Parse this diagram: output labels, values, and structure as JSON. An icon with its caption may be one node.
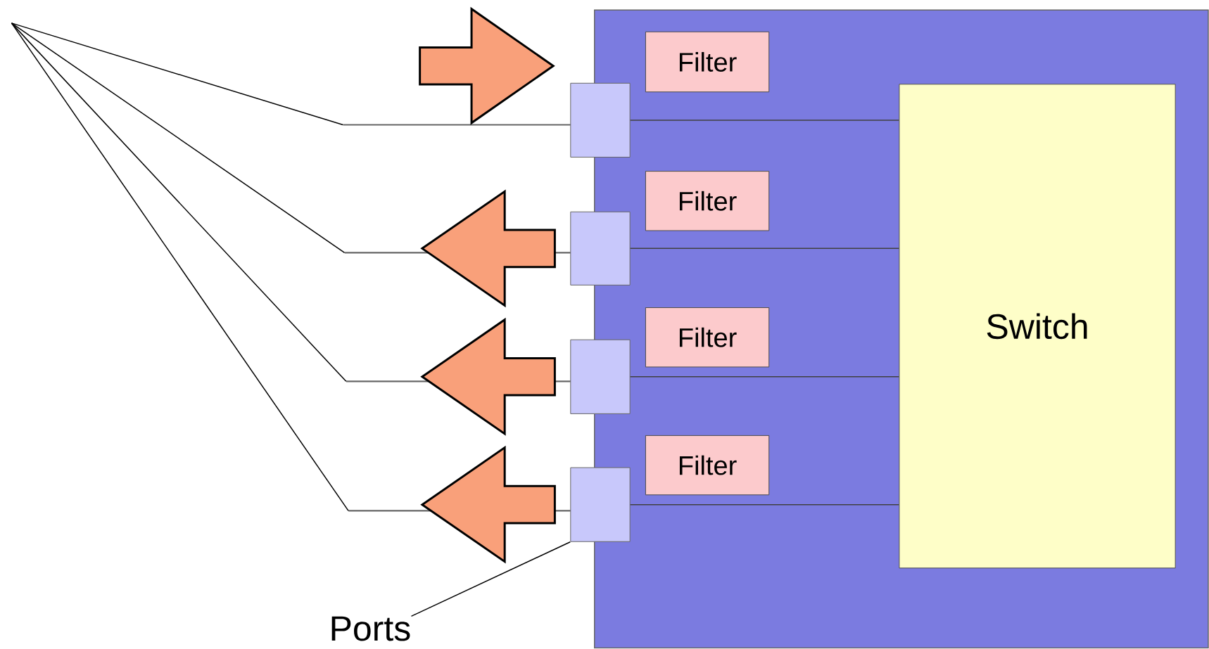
{
  "diagram": {
    "nodes": [
      {
        "text": [],
        "shape": "box"
      },
      {
        "text": [
          "Filter"
        ],
        "in": 0
      },
      {
        "text": [
          "Filter"
        ],
        "in": 0
      },
      {
        "text": [
          "Filter"
        ],
        "in": 0
      },
      {
        "text": [
          "Filter"
        ],
        "in": 0
      },
      {
        "text": [],
        "shape": "box"
      },
      {
        "text": [],
        "shape": "box"
      },
      {
        "text": [],
        "shape": "box"
      },
      {
        "text": [],
        "shape": "box"
      },
      {
        "text": [
          "Switch"
        ],
        "in": 0
      },
      {
        "text": [],
        "shape": "line"
      },
      {
        "text": [],
        "shape": "line"
      },
      {
        "text": [],
        "shape": "line"
      },
      {
        "text": [],
        "shape": "line"
      },
      {
        "text": [
          "Ports"
        ]
      }
    ],
    "edges": [
      {
        "from": 5,
        "to": 9,
        "arrow": "none"
      },
      {
        "from": 6,
        "to": 9,
        "arrow": "none"
      },
      {
        "from": 7,
        "to": 9,
        "arrow": "none"
      },
      {
        "from": 8,
        "to": 9,
        "arrow": "none"
      },
      {
        "from": null,
        "to": 10,
        "arrow": "none"
      },
      {
        "from": null,
        "to": 11,
        "arrow": "none"
      },
      {
        "from": null,
        "to": 12,
        "arrow": "none"
      },
      {
        "from": null,
        "to": 13,
        "arrow": "none"
      },
      {
        "from": 14,
        "to": 8,
        "arrow": "none"
      },
      {
        "from": null,
        "to": 5,
        "arrow": "to",
        "style": "thick",
        "color": "#f9a07a"
      },
      {
        "from": 6,
        "to": null,
        "arrow": "to",
        "style": "thick",
        "color": "#f9a07a"
      },
      {
        "from": 7,
        "to": null,
        "arrow": "to",
        "style": "thick",
        "color": "#f9a07a"
      },
      {
        "from": 8,
        "to": null,
        "arrow": "to",
        "style": "thick",
        "color": "#f9a07a"
      }
    ]
  }
}
